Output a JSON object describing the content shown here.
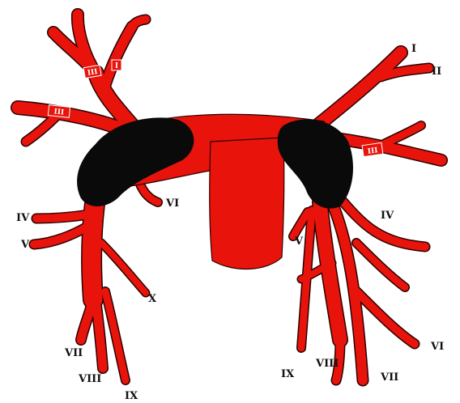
{
  "colors": {
    "vessel": "#e8140c",
    "node": "#0a0a0a",
    "label": "#111111"
  },
  "labels": {
    "upper_left_seg_a": "III",
    "upper_left_seg_b": "I",
    "left_seg": "III",
    "right_seg": "III",
    "right_I": "I",
    "right_II": "II",
    "left_IV": "IV",
    "left_V": "V",
    "left_VI": "VI",
    "left_VII": "VII",
    "left_VIII": "VIII",
    "left_IX": "IX",
    "left_X": "X",
    "right_IV": "IV",
    "right_V": "V",
    "right_VI": "VI",
    "right_VII": "VII",
    "right_VIII": "VIII",
    "right_IX": "IX"
  }
}
